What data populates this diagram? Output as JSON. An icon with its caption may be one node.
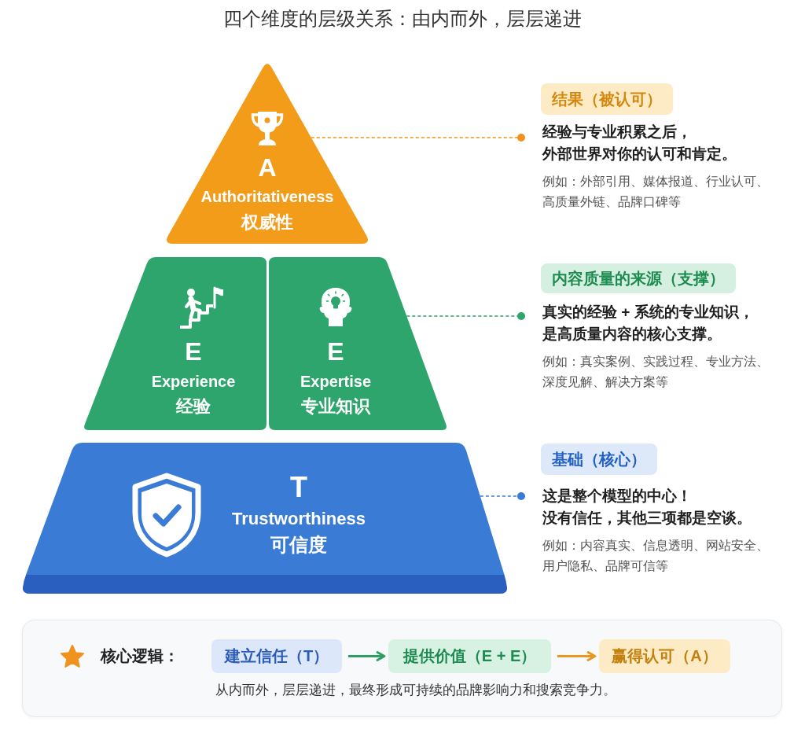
{
  "diagram": {
    "title": "四个维度的层级关系：由内而外，层层递进",
    "nodes": [
      {
        "text": [
          "A",
          "Authoritativeness",
          "权威性"
        ]
      },
      {
        "text": [
          "结果（被认可）"
        ]
      },
      {
        "text": [
          "经验与专业积累之后，外部世界对你的认可和肯定。",
          "例如：外部引用、媒体报道、行业认可、高质量外链、品牌口碑等"
        ]
      },
      {
        "text": [
          "E",
          "Experience",
          "经验"
        ]
      },
      {
        "text": [
          "E",
          "Expertise",
          "专业知识"
        ]
      },
      {
        "text": [
          "内容质量的来源（支撑）"
        ]
      },
      {
        "text": [
          "真实的经验 + 系统的专业知识，是高质量内容的核心支撑。",
          "例如：真实案例、实践过程、专业方法、深度见解、解决方案等"
        ]
      },
      {
        "text": [
          "T",
          "Trustworthiness",
          "可信度"
        ]
      },
      {
        "text": [
          "基础（核心）"
        ]
      },
      {
        "text": [
          "这是整个模型的中心！没有信任，其他三项都是空谈。",
          "例如：内容真实、信息透明、网站安全、用户隐私、品牌可信等"
        ]
      },
      {
        "text": [
          "核心逻辑：",
          "从内而外，层层递进，最终形成可持续的品牌影响力和搜索竞争力。"
        ]
      },
      {
        "text": [
          "建立信任（T）"
        ],
        "in": 10
      },
      {
        "text": [
          "提供价值（E + E）"
        ],
        "in": 10
      },
      {
        "text": [
          "赢得认可（A）"
        ],
        "in": 10
      }
    ],
    "edges": [
      {
        "from": 0,
        "to": 2,
        "arrow": "other",
        "style": "dashed",
        "color": "#f0921e"
      },
      {
        "from": 4,
        "to": 6,
        "arrow": "other",
        "style": "dashed",
        "color": "#2ea56c"
      },
      {
        "from": 7,
        "to": 9,
        "arrow": "other",
        "style": "dashed",
        "color": "#3a7bd5"
      },
      {
        "from": 11,
        "to": 12,
        "arrow": "to",
        "color": "#2e9e62"
      },
      {
        "from": 12,
        "to": 13,
        "arrow": "to",
        "color": "#e8961c"
      }
    ]
  }
}
